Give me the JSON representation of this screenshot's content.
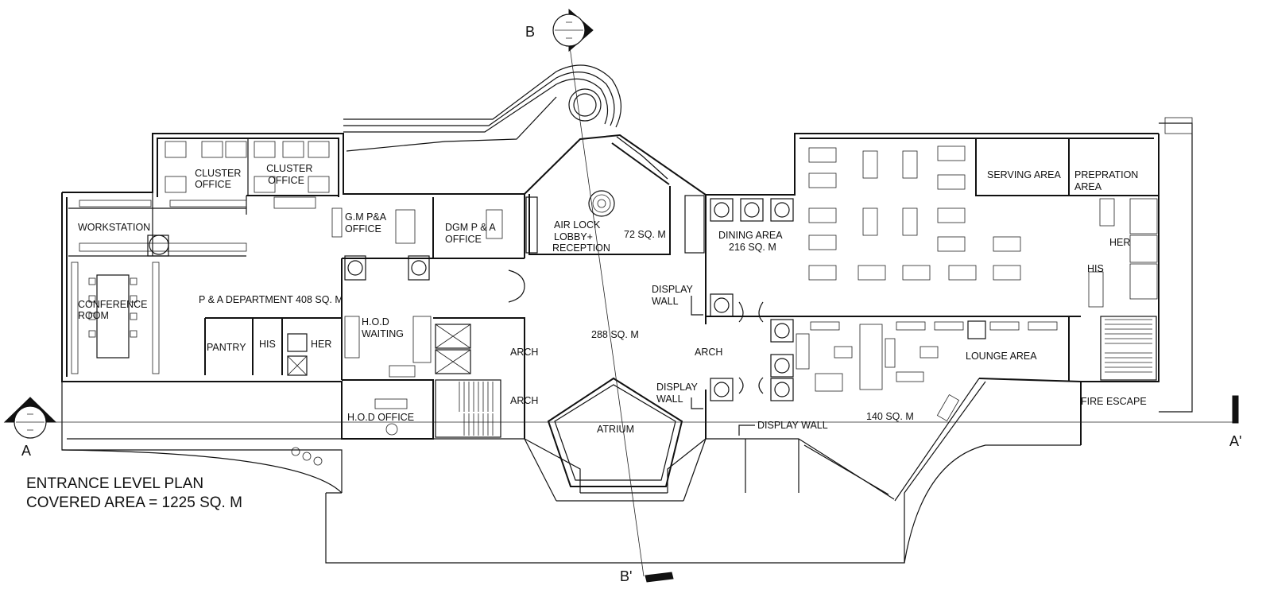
{
  "plan_title": "ENTRANCE LEVEL PLAN",
  "covered_area": "COVERED AREA = 1225 SQ. M",
  "section_marks": {
    "a": "A",
    "a_prime": "A'",
    "b": "B",
    "b_prime": "B'"
  },
  "rooms": {
    "cluster_office_1": [
      "CLUSTER",
      "OFFICE"
    ],
    "cluster_office_2": [
      "CLUSTER",
      "OFFICE"
    ],
    "workstation": "WORKSTATION",
    "conference_room": [
      "CONFERENCE",
      "ROOM"
    ],
    "gm_office": [
      "G.M P&A",
      "OFFICE"
    ],
    "dgm_office": [
      "DGM P & A",
      "OFFICE"
    ],
    "airlock_lobby": [
      "AIR LOCK",
      "LOBBY+",
      "RECEPTION"
    ],
    "lobby_area": "72 SQ. M",
    "pa_department": "P & A DEPARTMENT  408 SQ. M",
    "pantry": "PANTRY",
    "his_1": "HIS",
    "her_1": "HER",
    "hod_waiting": [
      "H.O.D",
      "WAITING"
    ],
    "hod_office": "H.O.D OFFICE",
    "arch_1": "ARCH",
    "arch_2": "ARCH",
    "arch_3": "ARCH",
    "central_area": "288 SQ. M",
    "display_wall_1": [
      "DISPLAY",
      "WALL"
    ],
    "display_wall_2": [
      "DISPLAY",
      "WALL"
    ],
    "display_wall_3": "DISPLAY WALL",
    "atrium": "ATRIUM",
    "dining_area": [
      "DINING AREA",
      "216 SQ. M"
    ],
    "serving_area": "SERVING AREA",
    "preparation_area": [
      "PREPRATION",
      "AREA"
    ],
    "her_2": "HER",
    "his_2": "HIS",
    "lounge_area": "LOUNGE AREA",
    "lounge_size": "140 SQ. M",
    "fire_escape": "FIRE ESCAPE"
  }
}
